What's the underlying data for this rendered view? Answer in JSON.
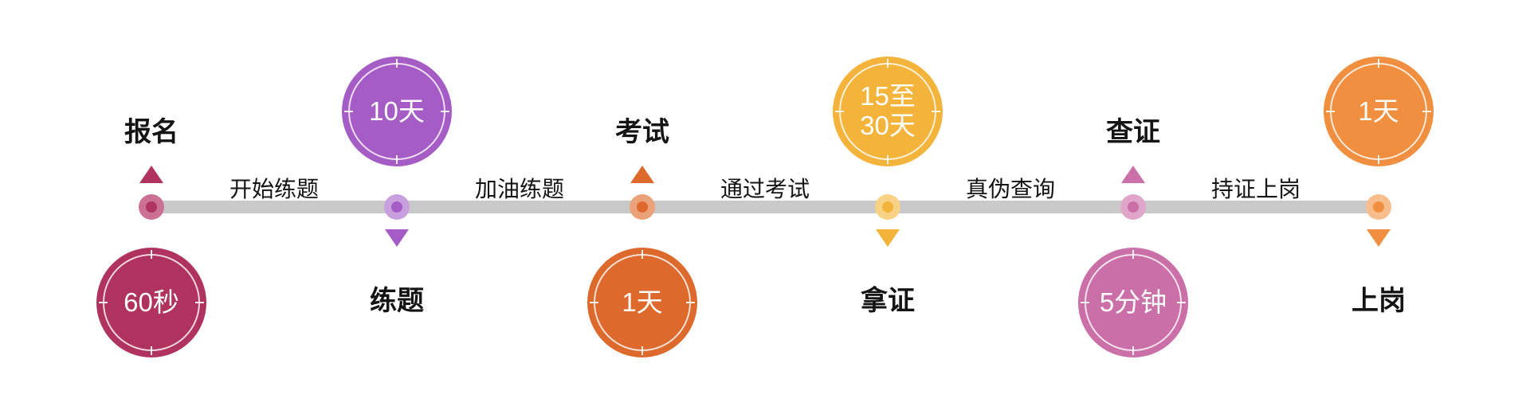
{
  "page": {
    "background": "#ffffff"
  },
  "timeline": {
    "bar_color": "#c9c9c9",
    "text_color": "#141414",
    "segments": [
      {
        "label": "开始练题"
      },
      {
        "label": "加油练题"
      },
      {
        "label": "通过考试"
      },
      {
        "label": "真伪查询"
      },
      {
        "label": "持证上岗"
      }
    ],
    "milestones": [
      {
        "name": "报名",
        "duration": "60秒",
        "name_position": "top",
        "color": "#b0335f",
        "color_light": "#cb7092"
      },
      {
        "name": "练题",
        "duration": "10天",
        "name_position": "bottom",
        "color": "#a65cc5",
        "color_light": "#c9a0de"
      },
      {
        "name": "考试",
        "duration": "1天",
        "name_position": "top",
        "color": "#dd6a2c",
        "color_light": "#eba278"
      },
      {
        "name": "拿证",
        "duration": "15至\n30天",
        "name_position": "bottom",
        "color": "#f4b43c",
        "color_light": "#f8d285"
      },
      {
        "name": "查证",
        "duration": "5分钟",
        "name_position": "top",
        "color": "#ca6fa8",
        "color_light": "#dfa6ca"
      },
      {
        "name": "上岗",
        "duration": "1天",
        "name_position": "bottom",
        "color": "#f08f3f",
        "color_light": "#f7bd8c"
      }
    ]
  }
}
